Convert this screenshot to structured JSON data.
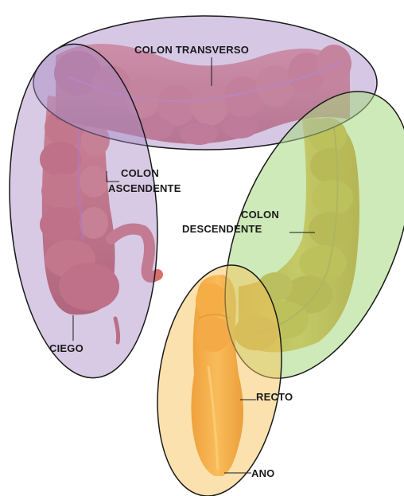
{
  "labels": {
    "colon_transverso": "COLON TRANSVERSO",
    "colon_ascendente_1": "COLON",
    "colon_ascendente_2": "ASCENDENTE",
    "colon_descendente_1": "COLON",
    "colon_descendente_2": "DESCENDENTE",
    "ciego": "CIEGO",
    "recto": "RECTO",
    "ano": "ANO"
  },
  "colors": {
    "transverso_region": "#b59bcf",
    "ascendente_region": "#a88ac4",
    "descendente_region": "#a8d880",
    "recto_region": "#f7c35c",
    "colon_red": "#d9675f",
    "colon_dark_red": "#b8474a",
    "colon_gold": "#d4a22c",
    "recto_orange": "#ef8e2a",
    "outline": "#1a1a1a"
  }
}
